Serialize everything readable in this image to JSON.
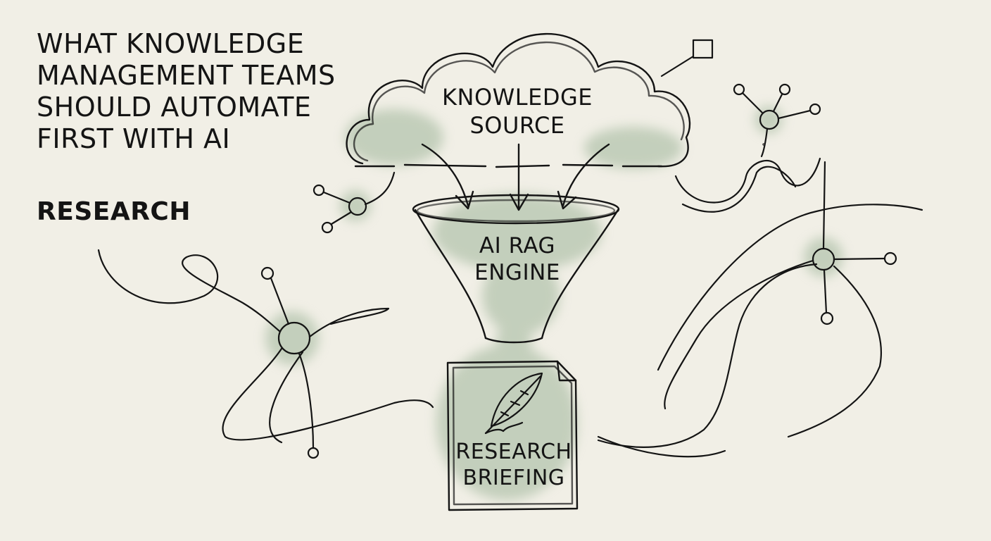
{
  "title_lines": [
    "WHAT KNOWLEDGE",
    "MANAGEMENT TEAMS",
    "SHOULD AUTOMATE",
    "FIRST WITH AI"
  ],
  "section_label": "RESEARCH",
  "nodes": {
    "knowledge_source": [
      "KNOWLEDGE",
      "SOURCE"
    ],
    "rag_engine": [
      "AI RAG",
      "ENGINE"
    ],
    "research_briefing": [
      "RESEARCH",
      "BRIEFING"
    ]
  },
  "colors": {
    "ink": "#141414",
    "wash": "#9fb59a",
    "paper": "#f1efe6"
  },
  "icons": [
    "cloud-icon",
    "funnel-icon",
    "document-icon",
    "quill-icon",
    "network-node-icon"
  ]
}
